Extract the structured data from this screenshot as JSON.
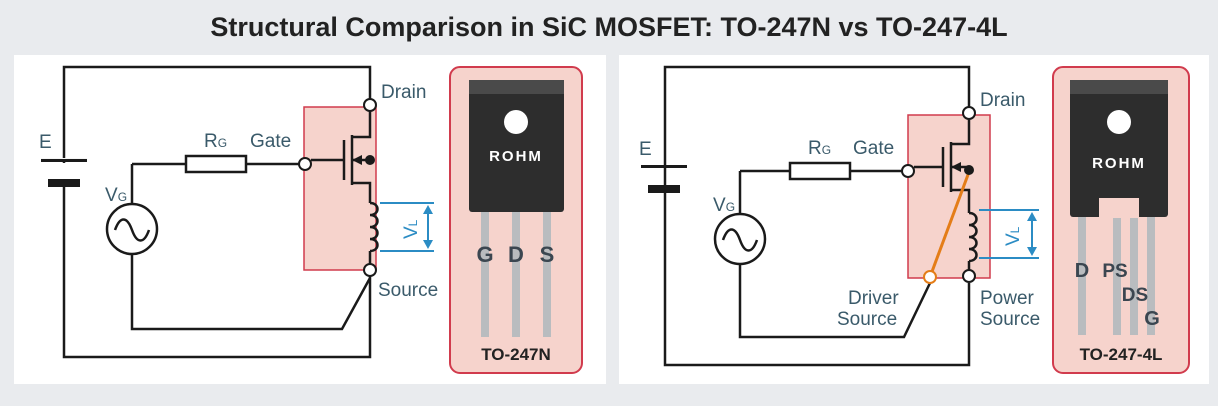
{
  "title": "Structural Comparison in SiC MOSFET: TO-247N vs TO-247-4L",
  "left": {
    "source_E": "E",
    "vg_main": "V",
    "vg_sub": "G",
    "rg_main": "R",
    "rg_sub": "G",
    "gate": "Gate",
    "drain": "Drain",
    "source": "Source",
    "vl_main": "V",
    "vl_sub": "L",
    "package": {
      "brand": "ROHM",
      "pins": [
        "G",
        "D",
        "S"
      ],
      "name": "TO-247N"
    }
  },
  "right": {
    "source_E": "E",
    "vg_main": "V",
    "vg_sub": "G",
    "rg_main": "R",
    "rg_sub": "G",
    "gate": "Gate",
    "drain": "Drain",
    "vl_main": "V",
    "vl_sub": "L",
    "driver_source_1": "Driver",
    "driver_source_2": "Source",
    "power_source_1": "Power",
    "power_source_2": "Source",
    "package": {
      "brand": "ROHM",
      "pins": [
        "D",
        "PS",
        "DS",
        "G"
      ],
      "name": "TO-247-4L"
    }
  },
  "colors": {
    "wire": "#1a1a1a",
    "pink_fill": "#f6d3cc",
    "pink_border": "#d13b4d",
    "vl_blue": "#2b8cc4",
    "driver_orange": "#e47d18"
  }
}
